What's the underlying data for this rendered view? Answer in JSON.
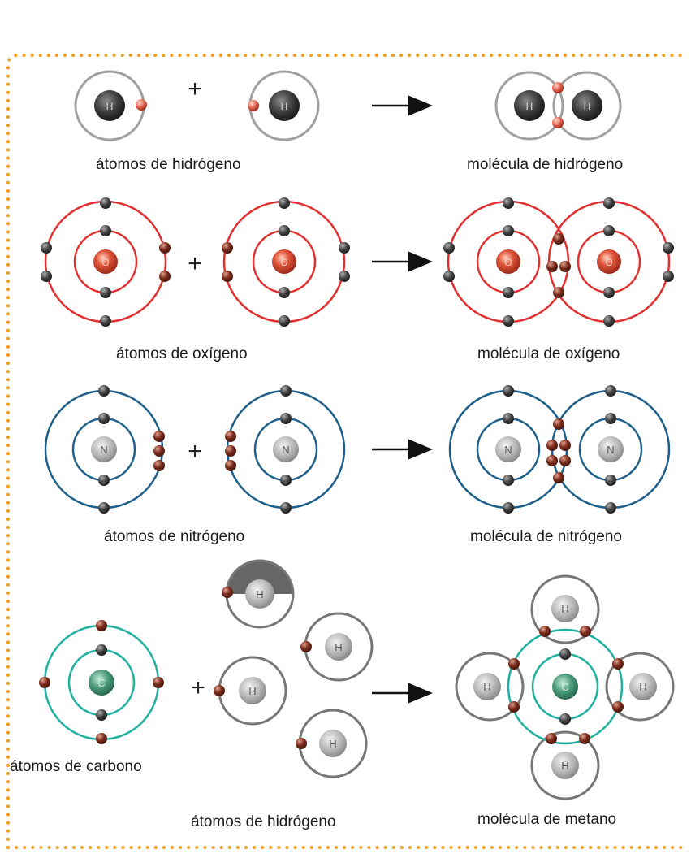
{
  "labels": {
    "h_atoms": "átomos de hidrógeno",
    "h_molecule": "molécula de hidrógeno",
    "o_atoms": "átomos de oxígeno",
    "o_molecule": "molécula de oxígeno",
    "n_atoms": "átomos de nitrógeno",
    "n_molecule": "molécula de nitrógeno",
    "c_atoms": "átomos de carbono",
    "h_atoms_2": "átomos de hidrógeno",
    "methane_molecule": "molécula de metano"
  },
  "symbols": {
    "plus": "+",
    "hydrogen": "H",
    "oxygen": "O",
    "nitrogen": "N",
    "carbon": "C"
  },
  "colors": {
    "border_dots": "#f0a020",
    "hydrogen_shell": "#a0a0a0",
    "oxygen_shell": "#e03030",
    "nitrogen_shell": "#1e5f8a",
    "carbon_shell": "#20b0a0",
    "arrow": "#111111",
    "inner_electron": "#3a3a3a",
    "bonding_electron": "#7a2a1a"
  }
}
